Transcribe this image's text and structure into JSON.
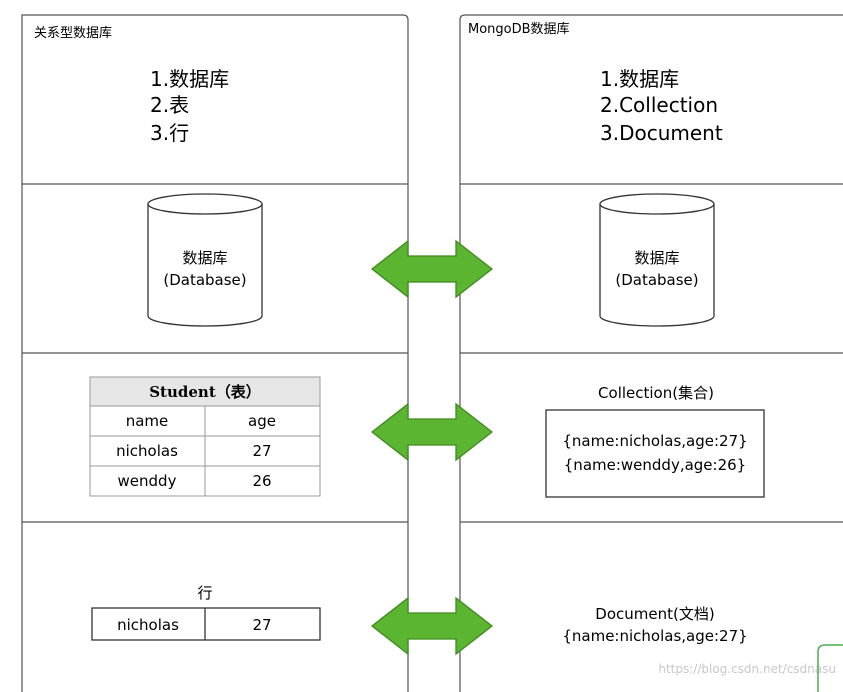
{
  "left_panel": {
    "title": "关系型数据库",
    "list": [
      "1.数据库",
      "2.表",
      "3.行"
    ],
    "db_name": "数据库",
    "db_sub": "(Database)",
    "table": {
      "title": "Student（表）",
      "headers": [
        "name",
        "age"
      ],
      "rows": [
        [
          "nicholas",
          "27"
        ],
        [
          "wenddy",
          "26"
        ]
      ]
    },
    "row_label": "行",
    "row_cells": [
      "nicholas",
      "27"
    ]
  },
  "right_panel": {
    "title": "MongoDB数据库",
    "list": [
      "1.数据库",
      "2.Collection",
      "3.Document"
    ],
    "db_name": "数据库",
    "db_sub": "(Database)",
    "collection_title": "Collection(集合)",
    "collection_docs": [
      "{name:nicholas,age:27}",
      "{name:wenddy,age:26}"
    ],
    "document_title": "Document(文档)",
    "document_value": "{name:nicholas,age:27}"
  },
  "watermark": "https://blog.csdn.net/csdnasu",
  "colors": {
    "arrow_fill": "#5cb531",
    "arrow_stroke": "#3f8a1f",
    "table_header": "#e6e6e6",
    "line": "#555555"
  }
}
